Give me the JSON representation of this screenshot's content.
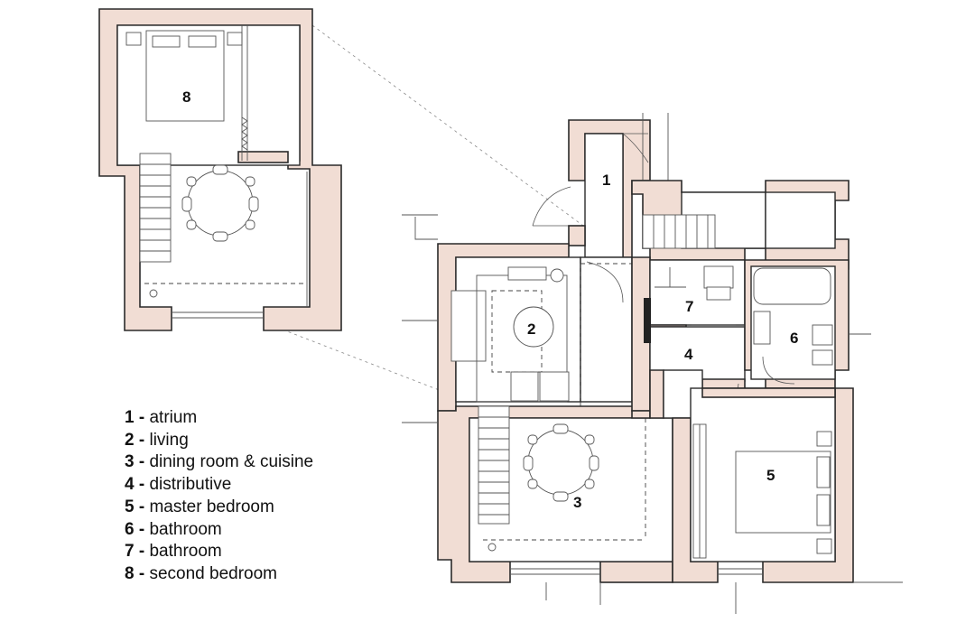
{
  "rooms": [
    {
      "number": "1",
      "name": "atrium"
    },
    {
      "number": "2",
      "name": "living"
    },
    {
      "number": "3",
      "name": "dining room & cuisine"
    },
    {
      "number": "4",
      "name": "distributive"
    },
    {
      "number": "5",
      "name": "master bedroom"
    },
    {
      "number": "6",
      "name": "bathroom"
    },
    {
      "number": "7",
      "name": "bathroom"
    },
    {
      "number": "8",
      "name": "second bedroom"
    }
  ],
  "legend_separator": " - ",
  "colors": {
    "wall_fill": "#f1ddd4",
    "line": "#2a2a2a",
    "background": "#ffffff"
  }
}
